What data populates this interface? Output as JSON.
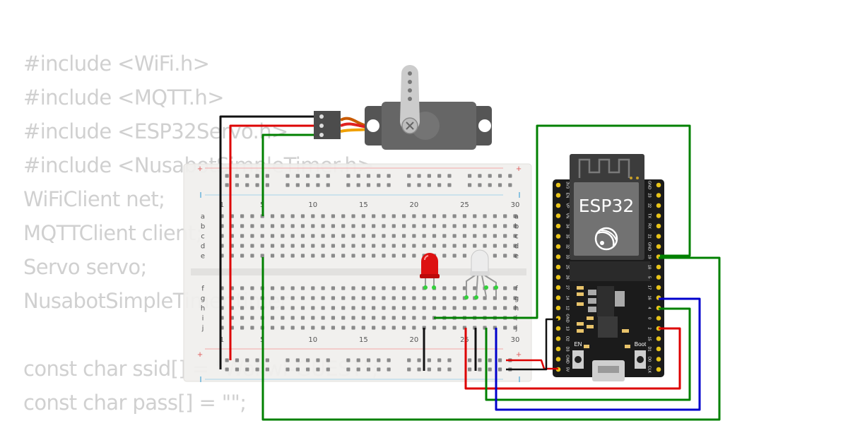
{
  "code_lines": [
    "#include <WiFi.h>",
    "#include <MQTT.h>",
    "#include <ESP32Servo.h>",
    "#include <NusabotSimpleTimer.h>",
    "WiFiClient net;",
    "MQTTClient client;",
    "Servo servo;",
    "NusabotSimpleTimer timer;",
    "",
    "const char ssid[] = \"Wokwi-GUEST\";",
    "const char pass[] = \"\";"
  ],
  "breadboard": {
    "column_labels": [
      "1",
      "5",
      "10",
      "15",
      "20",
      "25",
      "30"
    ],
    "row_labels_top": [
      "a",
      "b",
      "c",
      "d",
      "e"
    ],
    "row_labels_bottom": [
      "f",
      "g",
      "h",
      "i",
      "j"
    ],
    "plus_sign": "+",
    "minus_sign": "-"
  },
  "esp32": {
    "chip_label": "ESP32",
    "en_label": "EN",
    "boot_label": "Boot",
    "left_pins": [
      "3V3",
      "EN",
      "VP",
      "VN",
      "34",
      "35",
      "32",
      "33",
      "25",
      "26",
      "27",
      "14",
      "12",
      "GND",
      "13",
      "D2",
      "D3",
      "CMD",
      "5V"
    ],
    "right_pins": [
      "GND",
      "23",
      "22",
      "TX",
      "RX",
      "21",
      "GND",
      "19",
      "18",
      "5",
      "17",
      "16",
      "4",
      "0",
      "2",
      "15",
      "D1",
      "D0",
      "CLK"
    ]
  },
  "components": [
    "servo",
    "led-red",
    "rgb-led"
  ],
  "colors": {
    "wire_black": "#111111",
    "wire_red": "#dd0000",
    "wire_green": "#008000",
    "wire_blue": "#0000cc",
    "board_bg": "#f0efed",
    "esp_body": "#1b1b1b",
    "servo_body": "#555555",
    "code_text": "#d0d0d0"
  }
}
